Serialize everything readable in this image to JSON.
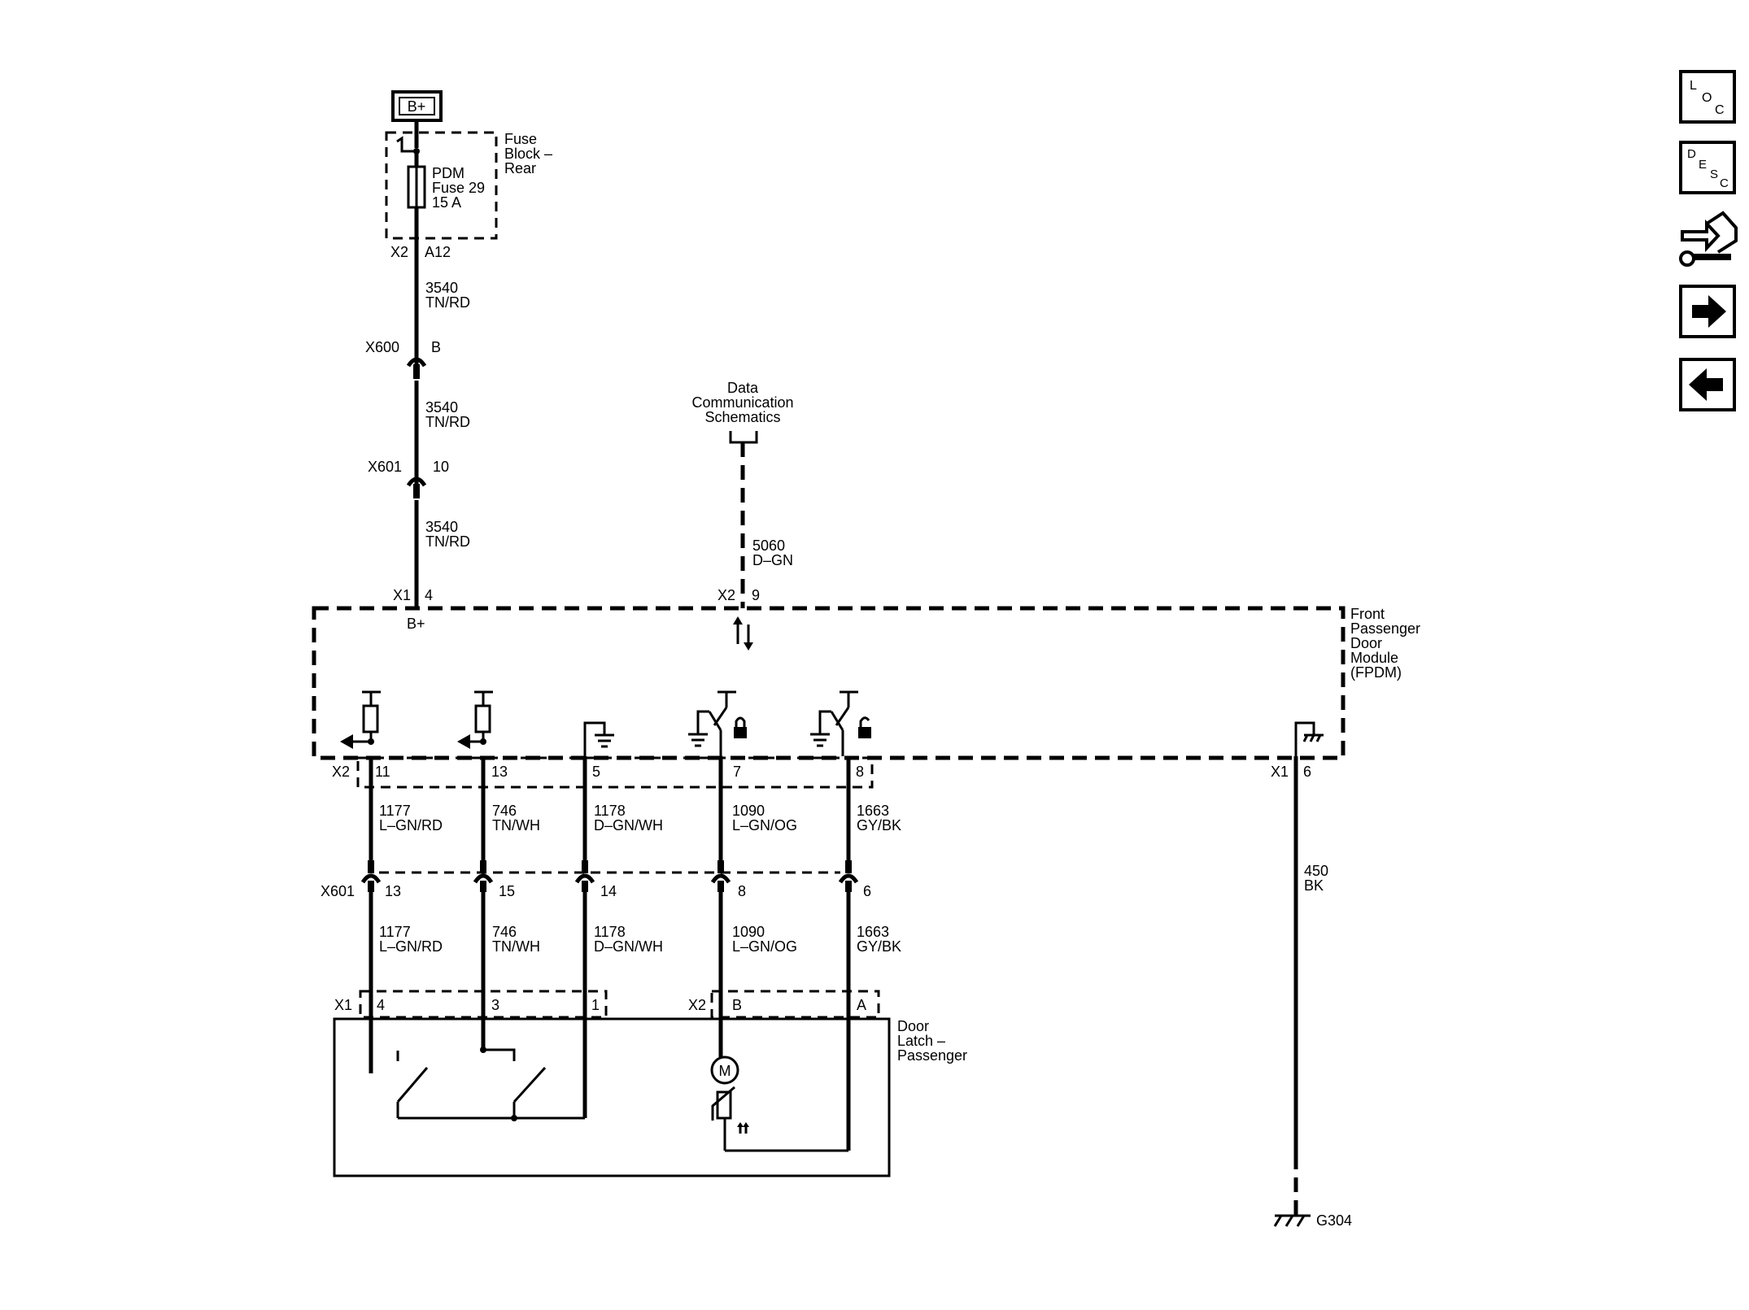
{
  "power": {
    "label": "B+"
  },
  "fuse_block": {
    "title_lines": [
      "Fuse",
      "Block –",
      "Rear"
    ],
    "fuse_lines": [
      "PDM",
      "Fuse 29",
      "15 A"
    ],
    "connector": "X2",
    "pin": "A12"
  },
  "wire_3540": {
    "circuit": "3540",
    "color": "TN/RD"
  },
  "x600": {
    "name": "X600",
    "pin": "B"
  },
  "x601_top": {
    "name": "X601",
    "pin": "10"
  },
  "fpdm_b_plus": {
    "connector": "X1",
    "pin": "4",
    "label": "B+"
  },
  "data_comm": {
    "lines": [
      "Data",
      "Communication",
      "Schematics"
    ],
    "circuit": "5060",
    "color": "D–GN",
    "connector": "X2",
    "pin": "9"
  },
  "fpdm": {
    "lines": [
      "Front",
      "Passenger",
      "Door",
      "Module",
      "(FPDM)"
    ],
    "x2_connector": "X2",
    "x1_connector": "X1",
    "ground_pin": "6"
  },
  "fpdm_pins": [
    "11",
    "13",
    "5",
    "7",
    "8"
  ],
  "circuits": [
    {
      "circuit": "1177",
      "color": "L–GN/RD"
    },
    {
      "circuit": "746",
      "color": "TN/WH"
    },
    {
      "circuit": "1178",
      "color": "D–GN/WH"
    },
    {
      "circuit": "1090",
      "color": "L–GN/OG"
    },
    {
      "circuit": "1663",
      "color": "GY/BK"
    }
  ],
  "x601_mid": {
    "name": "X601",
    "pins": [
      "13",
      "15",
      "14",
      "8",
      "6"
    ]
  },
  "ground_wire": {
    "circuit": "450",
    "color": "BK",
    "ground": "G304"
  },
  "door_latch": {
    "lines": [
      "Door",
      "Latch –",
      "Passenger"
    ],
    "x1_connector": "X1",
    "x1_pins": [
      "4",
      "3",
      "1"
    ],
    "x2_connector": "X2",
    "x2_pins": [
      "B",
      "A"
    ],
    "motor_label": "M"
  },
  "nav_icons": [
    {
      "name": "location-icon",
      "letters": [
        "L",
        "O",
        "C"
      ]
    },
    {
      "name": "description-icon",
      "letters": [
        "D",
        "E",
        "S",
        "C"
      ]
    },
    {
      "name": "connector-repair-icon"
    },
    {
      "name": "arrow-right-icon"
    },
    {
      "name": "arrow-left-icon"
    }
  ]
}
